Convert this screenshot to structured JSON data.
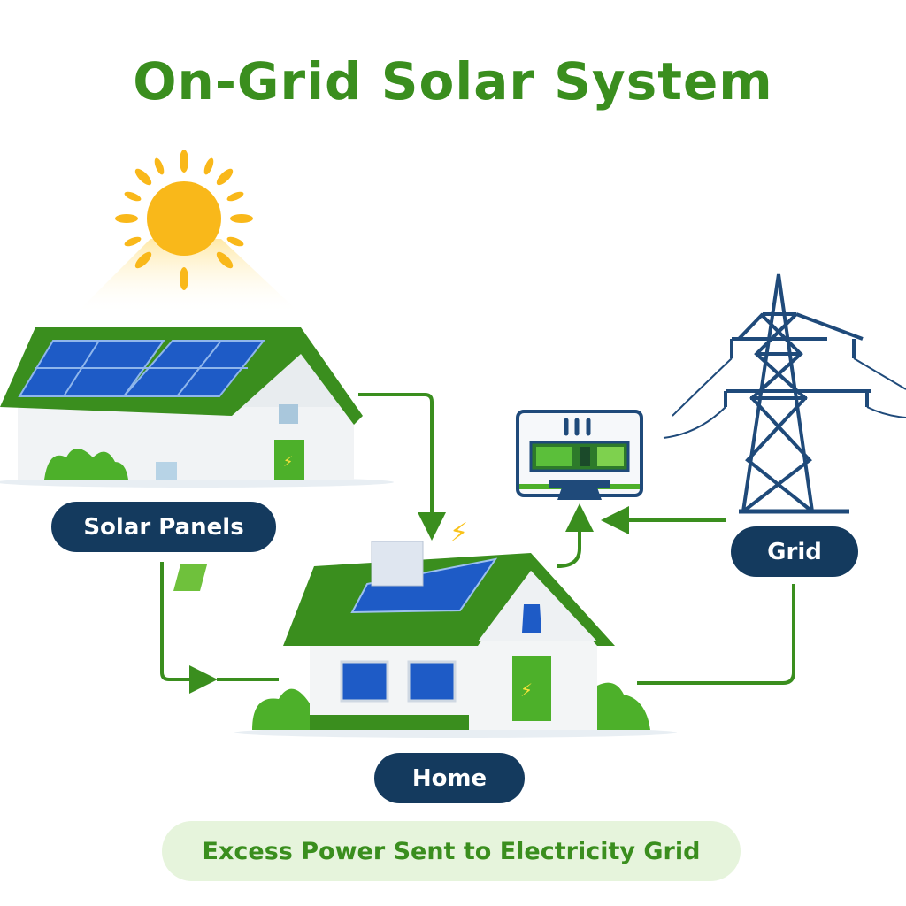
{
  "title": "On-Grid Solar System",
  "labels": {
    "solar_panels": "Solar Panels",
    "grid": "Grid",
    "home": "Home"
  },
  "footer": "Excess Power Sent to Electricity Grid",
  "colors": {
    "green": "#3a8e1e",
    "navy": "#143a5e",
    "sun": "#f9b81a",
    "panel": "#1e5bc6",
    "tower": "#1f4a7a"
  },
  "icons": [
    "sun-icon",
    "solar-house-icon",
    "home-icon",
    "meter-icon",
    "transmission-tower-icon",
    "lightning-icon",
    "arrow-icon"
  ]
}
